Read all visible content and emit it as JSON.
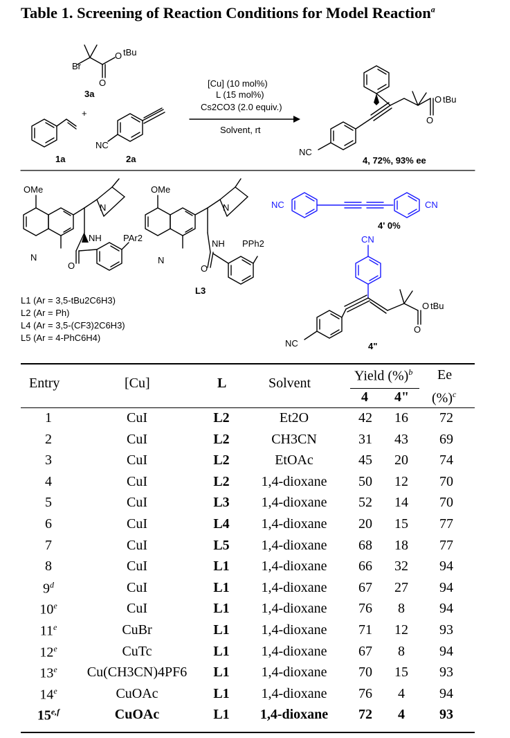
{
  "title": "Table 1. Screening of Reaction Conditions for Model Reaction",
  "title_note": "a",
  "scheme": {
    "reagent_ester_ring_o": "O",
    "reagent_ester_o": "O",
    "reagent_ester_tbu": "tBu",
    "reagent_br": "Br",
    "label_3a": "3a",
    "plus": "+",
    "nc_2a": "NC",
    "label_1a": "1a",
    "label_2a": "2a",
    "cond_1": "[Cu] (10 mol%)",
    "cond_2": "L (15 mol%)",
    "cond_3": "Cs2CO3 (2.0 equiv.)",
    "cond_4": "Solvent, rt",
    "product_o": "O",
    "product_o2": "O",
    "product_tbu": "tBu",
    "product_nc": "NC",
    "product_label": "4, 72%, 93% ee",
    "l1_ome": "OMe",
    "l1_n": "N",
    "l1_n2": "N",
    "l1_nh": "NH",
    "l1_par": "PAr2",
    "l1_o": "O",
    "l3_ome": "OMe",
    "l3_n": "N",
    "l3_n2": "N",
    "l3_nh": "NH",
    "l3_pph": "PPh2",
    "l3_o": "O",
    "label_l3": "L3",
    "lig_l1": "L1 (Ar = 3,5-tBu2C6H3)",
    "lig_l2": "L2 (Ar = Ph)",
    "lig_l4": "L4 (Ar = 3,5-(CF3)2C6H3)",
    "lig_l5": "L5 (Ar = 4-PhC6H4)",
    "diyne_nc": "NC",
    "diyne_cn": "CN",
    "diyne_label": "4' 0%",
    "enyne_cn": "CN",
    "enyne_o": "O",
    "enyne_o2": "O",
    "enyne_tbu": "tBu",
    "enyne_nc": "NC",
    "enyne_label": "4\""
  },
  "table": {
    "headers": {
      "entry": "Entry",
      "cu": "[Cu]",
      "l": "L",
      "solvent": "Solvent",
      "yield": "Yield (%)",
      "yield_note": "b",
      "y4": "4",
      "y4pp": "4\"",
      "ee": "Ee",
      "ee2": "(%)",
      "ee_note": "c"
    },
    "rows": [
      {
        "entry": "1",
        "note": "",
        "cu": "CuI",
        "l": "L2",
        "solvent": "Et2O",
        "y4": "42",
        "y4pp": "16",
        "ee": "72"
      },
      {
        "entry": "2",
        "note": "",
        "cu": "CuI",
        "l": "L2",
        "solvent": "CH3CN",
        "y4": "31",
        "y4pp": "43",
        "ee": "69"
      },
      {
        "entry": "3",
        "note": "",
        "cu": "CuI",
        "l": "L2",
        "solvent": "EtOAc",
        "y4": "45",
        "y4pp": "20",
        "ee": "74"
      },
      {
        "entry": "4",
        "note": "",
        "cu": "CuI",
        "l": "L2",
        "solvent": "1,4-dioxane",
        "y4": "50",
        "y4pp": "12",
        "ee": "70"
      },
      {
        "entry": "5",
        "note": "",
        "cu": "CuI",
        "l": "L3",
        "solvent": "1,4-dioxane",
        "y4": "52",
        "y4pp": "14",
        "ee": "70"
      },
      {
        "entry": "6",
        "note": "",
        "cu": "CuI",
        "l": "L4",
        "solvent": "1,4-dioxane",
        "y4": "20",
        "y4pp": "15",
        "ee": "77"
      },
      {
        "entry": "7",
        "note": "",
        "cu": "CuI",
        "l": "L5",
        "solvent": "1,4-dioxane",
        "y4": "68",
        "y4pp": "18",
        "ee": "77"
      },
      {
        "entry": "8",
        "note": "",
        "cu": "CuI",
        "l": "L1",
        "solvent": "1,4-dioxane",
        "y4": "66",
        "y4pp": "32",
        "ee": "94"
      },
      {
        "entry": "9",
        "note": "d",
        "cu": "CuI",
        "l": "L1",
        "solvent": "1,4-dioxane",
        "y4": "67",
        "y4pp": "27",
        "ee": "94"
      },
      {
        "entry": "10",
        "note": "e",
        "cu": "CuI",
        "l": "L1",
        "solvent": "1,4-dioxane",
        "y4": "76",
        "y4pp": "8",
        "ee": "94"
      },
      {
        "entry": "11",
        "note": "e",
        "cu": "CuBr",
        "l": "L1",
        "solvent": "1,4-dioxane",
        "y4": "71",
        "y4pp": "12",
        "ee": "93"
      },
      {
        "entry": "12",
        "note": "e",
        "cu": "CuTc",
        "l": "L1",
        "solvent": "1,4-dioxane",
        "y4": "67",
        "y4pp": "8",
        "ee": "94"
      },
      {
        "entry": "13",
        "note": "e",
        "cu": "Cu(CH3CN)4PF6",
        "l": "L1",
        "solvent": "1,4-dioxane",
        "y4": "70",
        "y4pp": "15",
        "ee": "93"
      },
      {
        "entry": "14",
        "note": "e",
        "cu": "CuOAc",
        "l": "L1",
        "solvent": "1,4-dioxane",
        "y4": "76",
        "y4pp": "4",
        "ee": "94"
      },
      {
        "entry": "15",
        "note": "e,f",
        "cu": "CuOAc",
        "l": "L1",
        "solvent": "1,4-dioxane",
        "y4": "72",
        "y4pp": "4",
        "ee": "93"
      }
    ]
  },
  "colors": {
    "highlight": "#1a1aff",
    "text": "#000000"
  }
}
